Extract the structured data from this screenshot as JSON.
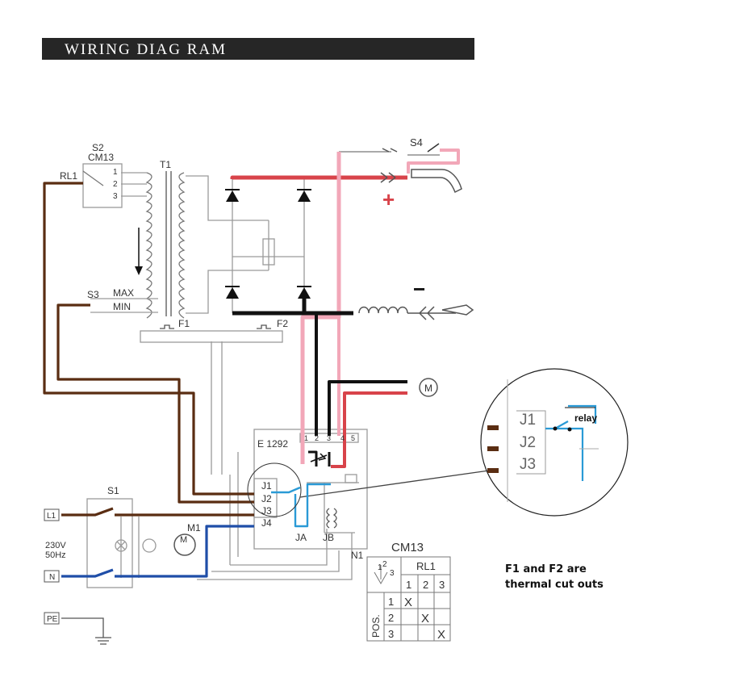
{
  "title": "WIRING DIAG RAM",
  "labels": {
    "s2": "S2",
    "cm13_top": "CM13",
    "rl1_left": "RL1",
    "s2_pos1": "1",
    "s2_pos2": "2",
    "s2_pos3": "3",
    "t1": "T1",
    "s3": "S3",
    "max": "MAX",
    "min": "MIN",
    "f1": "F1",
    "f2": "F2",
    "s4": "S4",
    "plus": "+",
    "minus": "−",
    "motor_top": "M",
    "board": "E 1292",
    "term1": "1",
    "term2": "2",
    "term3": "3",
    "term4": "4",
    "term5": "5",
    "j1": "J1",
    "j2": "J2",
    "j3": "J3",
    "j4": "J4",
    "ja": "JA",
    "jb": "JB",
    "n1": "N1",
    "s1": "S1",
    "m1": "M1",
    "l1": "L1",
    "n": "N",
    "pe": "PE",
    "voltage": "230V",
    "frequency": "50Hz",
    "zoom_j1": "J1",
    "zoom_j2": "J2",
    "zoom_j3": "J3",
    "relay": "relay"
  },
  "table": {
    "title": "CM13",
    "rl1": "RL1",
    "pos": "POS.",
    "cols": [
      "1",
      "2",
      "3"
    ],
    "rows": [
      "1",
      "2",
      "3"
    ],
    "mark": "X",
    "corner": [
      "1",
      "2",
      "3"
    ]
  },
  "note": {
    "line1": "F1 and F2 are",
    "line2": "thermal cut outs"
  },
  "colors": {
    "red": "#d8434a",
    "pink": "#f2a7b8",
    "brown": "#5a2d12",
    "light_blue": "#2a9ad6",
    "dark_blue": "#1f4ea8",
    "black": "#111111",
    "gray": "#9a9a9a"
  }
}
